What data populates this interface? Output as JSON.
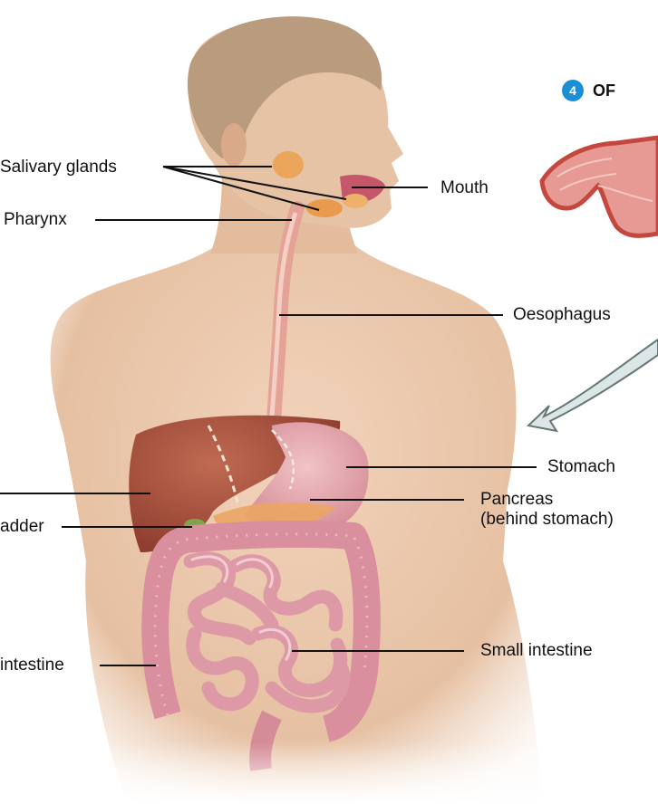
{
  "step": {
    "number": "4",
    "title": "OF"
  },
  "labels": {
    "salivary_glands": "Salivary glands",
    "pharynx": "Pharynx",
    "mouth": "Mouth",
    "oesophagus": "Oesophagus",
    "stomach": "Stomach",
    "pancreas_line1": "Pancreas",
    "pancreas_line2": "(behind stomach)",
    "gallbladder_fragment": "adder",
    "large_intestine_fragment": "intestine",
    "small_intestine": "Small intestine"
  },
  "colors": {
    "skin": "#e8c3a6",
    "hair": "#b99b7e",
    "liver": "#a8503e",
    "stomach": "#e0a6ad",
    "intestine": "#d99aa4",
    "gland": "#e9a65b",
    "badge": "#1a8fd6"
  }
}
